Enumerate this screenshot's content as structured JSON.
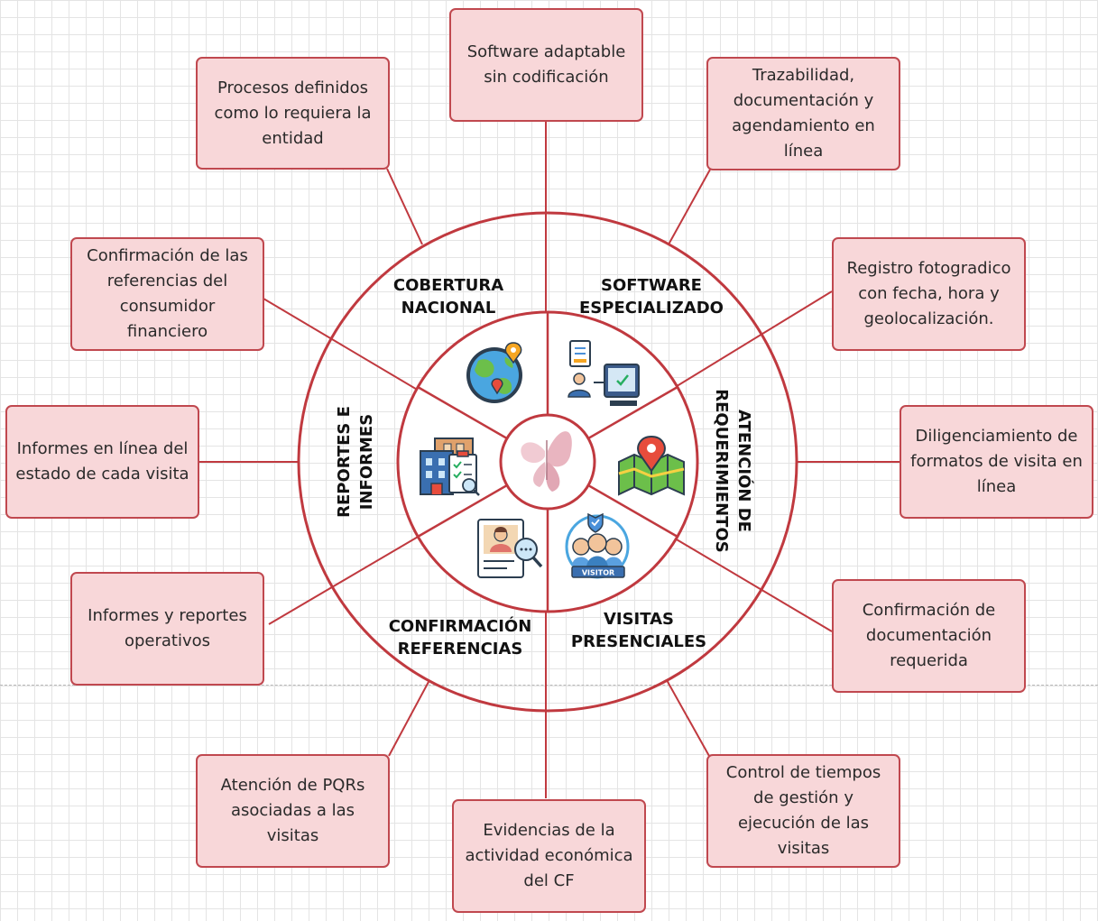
{
  "diagram": {
    "boxes": {
      "top": "Software adaptable sin codificación",
      "top_left": "Procesos definidos como lo requiera la entidad",
      "top_right": "Trazabilidad, documentación y agendamiento en línea",
      "upper_left": "Confirmación de las referencias del consumidor financiero",
      "upper_right": "Registro fotogradico con fecha, hora y geolocalización.",
      "left": "Informes en línea del estado de cada visita",
      "right": "Diligenciamiento de formatos de visita en línea",
      "lower_left": "Informes y reportes operativos",
      "lower_right": "Confirmación de documentación requerida",
      "bottom_left": "Atención de PQRs asociadas a las visitas",
      "bottom": "Evidencias de la actividad económica del CF",
      "bottom_right": "Control de tiempos de gestión y ejecución de las visitas"
    },
    "segments": {
      "cobertura_l1": "COBERTURA",
      "cobertura_l2": "NACIONAL",
      "software_l1": "SOFTWARE",
      "software_l2": "ESPECIALIZADO",
      "atencion_l1": "ATENCIÓN DE",
      "atencion_l2": "REQUERIMIENTOS",
      "visitas_l1": "VISITAS",
      "visitas_l2": "PRESENCIALES",
      "confirmacion_l1": "CONFIRMACIÓN",
      "confirmacion_l2": "REFERENCIAS",
      "reportes_l1": "REPORTES E",
      "reportes_l2": "INFORMES"
    },
    "icons": {
      "center": "butterfly-icon",
      "cobertura": "globe-location-icon",
      "software": "computer-user-icon",
      "atencion": "map-pin-icon",
      "visitas": "visitor-group-icon",
      "confirmacion": "id-search-icon",
      "reportes": "building-checklist-icon"
    },
    "visitor_badge": "VISITOR",
    "colors": {
      "ring": "#c0393f",
      "box_fill": "#f8d7d9",
      "box_border": "#c0484f"
    }
  }
}
